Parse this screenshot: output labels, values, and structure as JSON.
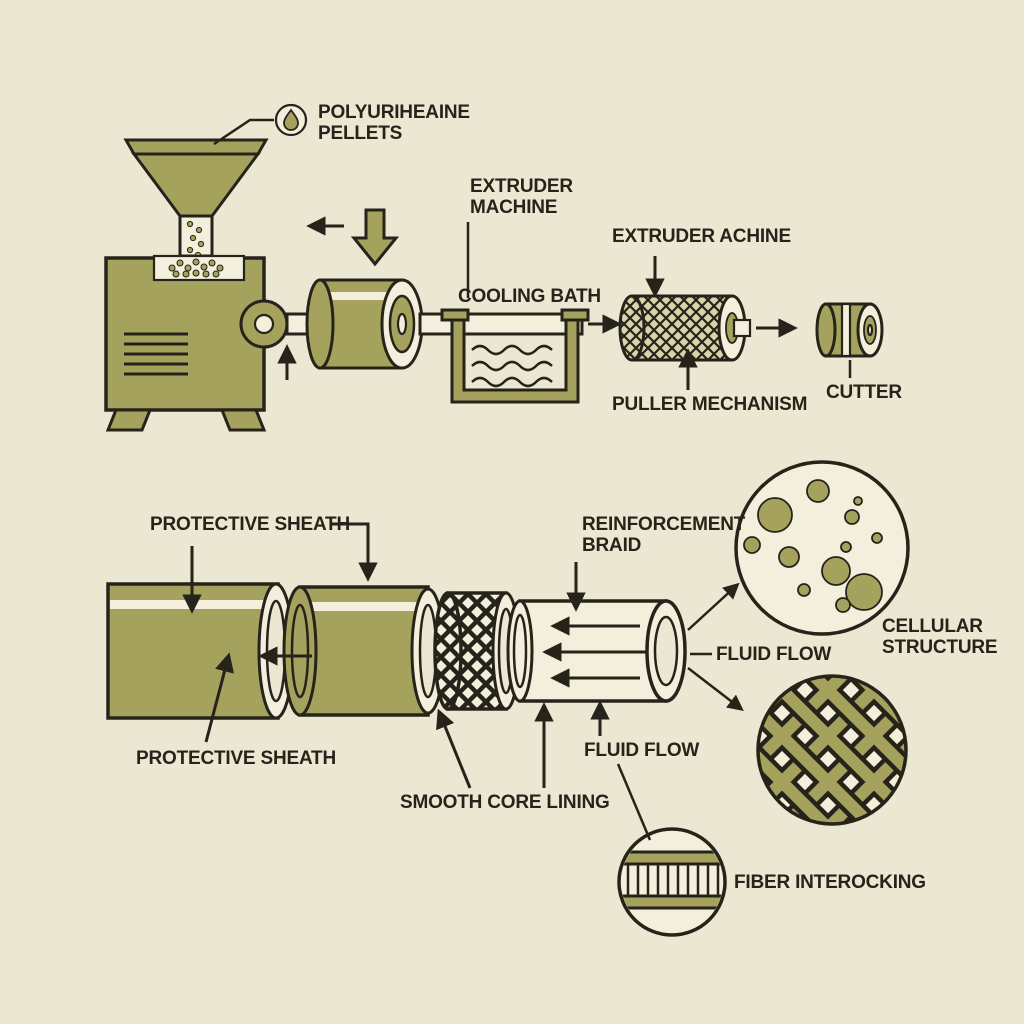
{
  "palette": {
    "bg": "#ece7d2",
    "olive": "#a5a25e",
    "cream": "#f3efdc",
    "ink": "#26231a",
    "olivepale": "#d8d3a8"
  },
  "labels": {
    "polyurethane_pellets": {
      "line1": "POLYURIHEAINE",
      "line2": "PELLETS"
    },
    "extruder_machine": {
      "line1": "EXTRUDER",
      "line2": "MACHINE"
    },
    "cooling_bath": {
      "text": "COOLING BATH"
    },
    "extruder_achine": {
      "text": "EXTRUDER ACHINE"
    },
    "puller_mechanism": {
      "text": "PULLER MECHANISM"
    },
    "cutter": {
      "text": "CUTTER"
    },
    "protective_sheath_top": {
      "text": "PROTECTIVE SHEATH"
    },
    "reinforcement_braid": {
      "line1": "REINFORCEMENT",
      "line2": "BRAID"
    },
    "fluid_flow_right": {
      "text": "FLUID FLOW"
    },
    "cellular_structure": {
      "line1": "CELLULAR",
      "line2": "STRUCTURE"
    },
    "fluid_flow_bottom": {
      "text": "FLUID FLOW"
    },
    "protective_sheath_bottom": {
      "text": "PROTECTIVE SHEATH"
    },
    "smooth_core_lining": {
      "text": "SMOOTH CORE LINING"
    },
    "fiber_interlocking": {
      "text": "FIBER INTEROCKING"
    }
  }
}
